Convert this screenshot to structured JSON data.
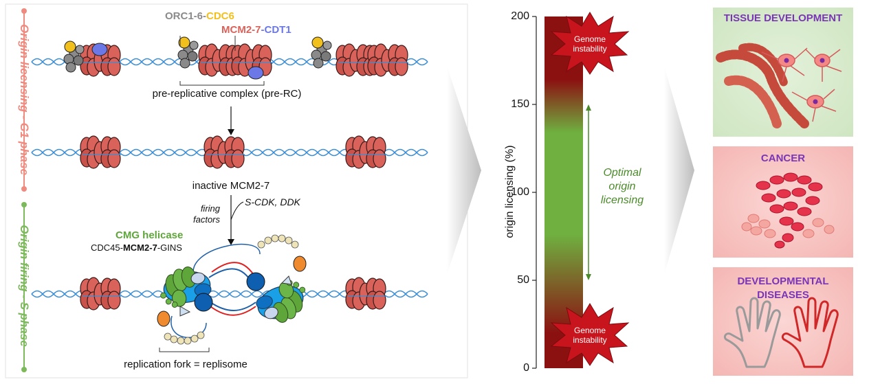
{
  "left_panel": {
    "phase_g1": "Origin licensing - G1 phase",
    "phase_s": "Origin firing - S phase",
    "orc_label_part1": "ORC1-6-",
    "orc_label_part2": "CDC6",
    "mcm_label_part1": "MCM2-7",
    "mcm_label_part2": "-CDT1",
    "prerc_label": "pre-replicative complex (pre-RC)",
    "inactive_label": "inactive MCM2-7",
    "firing_factors_1": "firing",
    "firing_factors_2": "factors",
    "kinases_label": "S-CDK, DDK",
    "cmg_title": "CMG helicase",
    "cmg_sub_1": "CDC45-",
    "cmg_sub_2": "MCM2-7",
    "cmg_sub_3": "-GINS",
    "fork_label": "replication fork = replisome"
  },
  "chart_panel": {
    "ylabel": "origin licensing (%)",
    "ticks": [
      "0",
      "50",
      "100",
      "150",
      "200"
    ],
    "optimal_1": "Optimal",
    "optimal_2": "origin",
    "optimal_3": "licensing",
    "genome_top_1": "Genome",
    "genome_top_2": "instability",
    "genome_bottom_1": "Genome",
    "genome_bottom_2": "instability"
  },
  "chart_data": {
    "type": "area",
    "ylabel": "origin licensing (%)",
    "ylim": [
      0,
      200
    ],
    "ticks": [
      0,
      50,
      100,
      150,
      200
    ],
    "optimal_range": [
      50,
      150
    ]
  },
  "right_panel": {
    "box1_title": "TISSUE DEVELOPMENT",
    "box2_title": "CANCER",
    "box3_title_1": "DEVELOPMENTAL",
    "box3_title_2": "DISEASES"
  },
  "colors": {
    "g1_salmon": "#f08a7e",
    "s_green": "#7cb95b",
    "mcm_red": "#d9625a",
    "orc_gray": "#8a8a8a",
    "cdc6_yellow": "#f2c01c",
    "cdt1_blue": "#6b78e6",
    "dna_blue": "#3b8ed6",
    "cmg_green": "#5ea63a",
    "purple_title": "#7a35b6",
    "box_green": "#d9ecd0",
    "box_pink": "#f7c8c6",
    "star_red": "#c8141c"
  }
}
